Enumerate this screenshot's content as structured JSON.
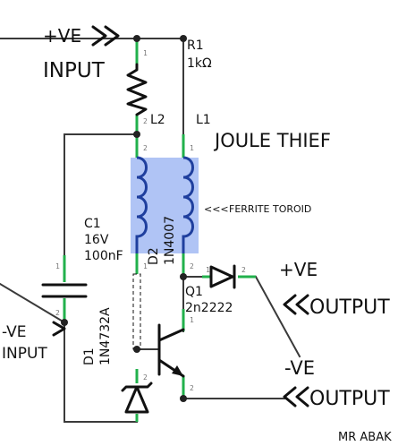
{
  "labels": {
    "input_pos": "+VE",
    "input": "INPUT",
    "input_neg": "-VE",
    "input_neg_label": "INPUT",
    "title": "JOULE THIEF",
    "toroid": "FERRITE TOROID",
    "toroid_arrows": "<<<",
    "out_pos": "+VE",
    "output_top": "OUTPUT",
    "out_neg": "-VE",
    "output_bottom": "OUTPUT",
    "author": "MR ABAK"
  },
  "components": {
    "r1": {
      "ref": "R1",
      "value": "1kΩ"
    },
    "l1": {
      "ref": "L1"
    },
    "l2": {
      "ref": "L2"
    },
    "c1": {
      "ref": "C1",
      "voltage": "16V",
      "value": "100nF"
    },
    "d2": {
      "ref": "D2",
      "part": "1N4007"
    },
    "d1": {
      "ref": "D1",
      "part": "1N4732A"
    },
    "q1": {
      "ref": "Q1",
      "part": "2n2222"
    }
  },
  "pins": {
    "p1": "1",
    "p2": "2"
  },
  "colors": {
    "wire": "#3a3a3a",
    "lead": "#22b14c",
    "coil": "#1f3f9e",
    "toroid": "#b0c4f5"
  }
}
